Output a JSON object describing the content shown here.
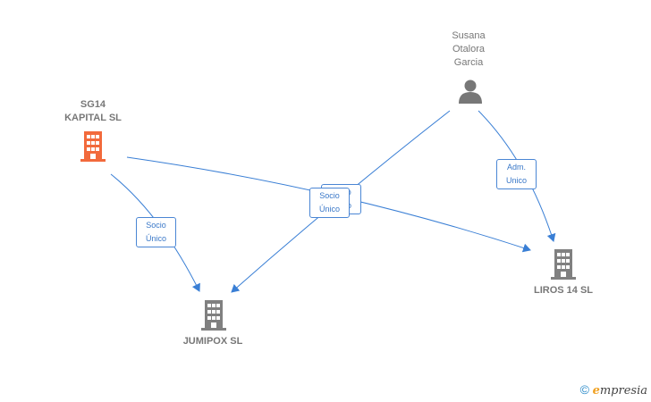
{
  "nodes": {
    "person": {
      "label": "Susana\nOtalora\nGarcia"
    },
    "sg14": {
      "label": "SG14\nKAPITAL  SL"
    },
    "liros": {
      "label": "LIROS 14  SL"
    },
    "jumipox": {
      "label": "JUMIPOX  SL"
    }
  },
  "edges": {
    "sg14_jumipox": "Socio\nÚnico",
    "person_liros": "Adm.\nUnico",
    "person_jumipox": "Socio\nÚnico",
    "sg14_liros": "Socio\nÚnico"
  },
  "colors": {
    "highlight_company": "#f26a3c",
    "company": "#808080",
    "person": "#777777",
    "edge": "#3a7fd5"
  },
  "footer": {
    "copyright": "©",
    "brand_initial": "e",
    "brand_rest": "mpresia"
  }
}
